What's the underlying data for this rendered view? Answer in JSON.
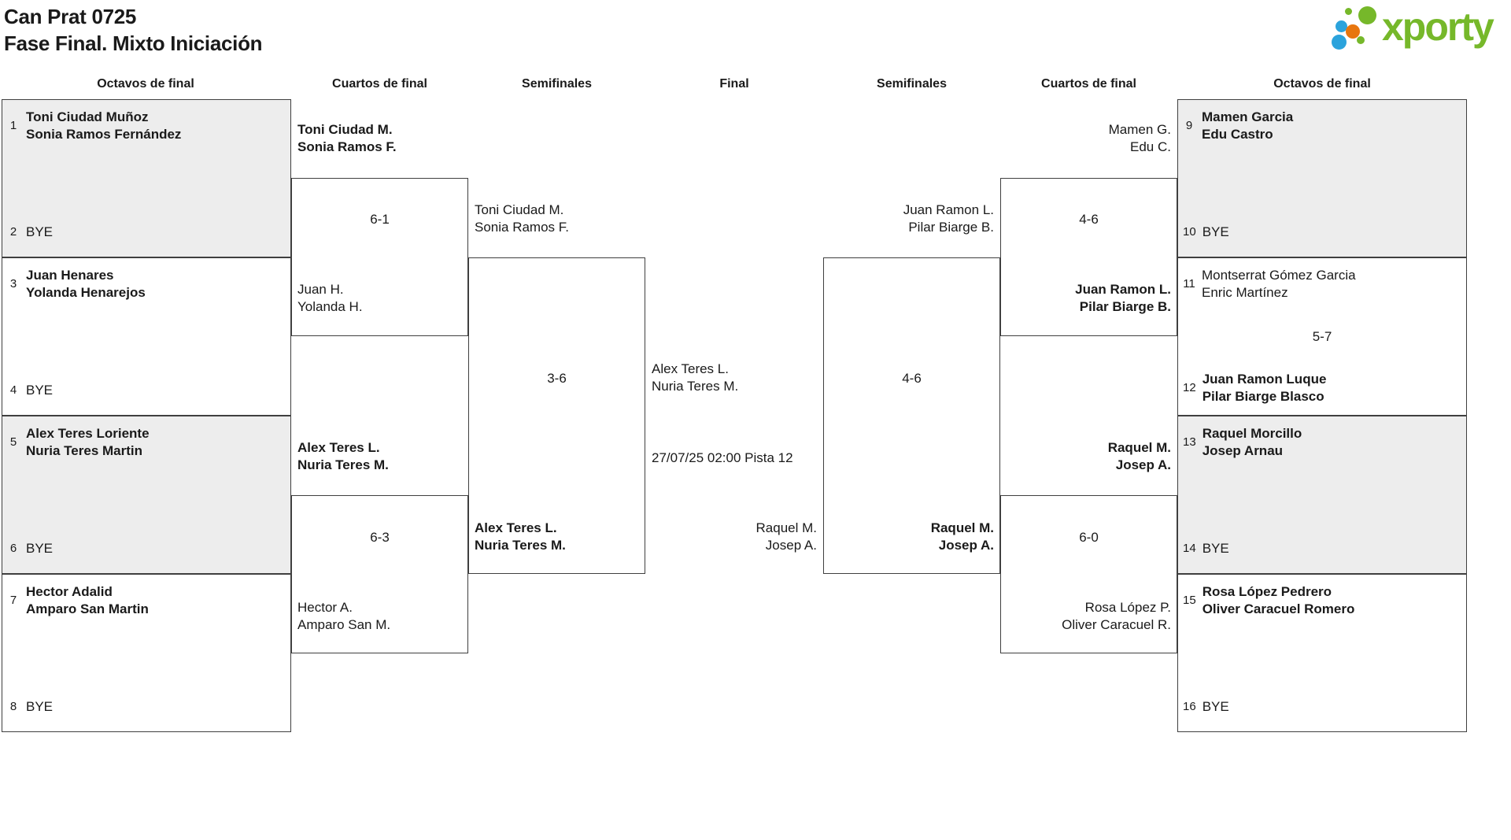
{
  "title": {
    "line1": "Can Prat 0725",
    "line2": "Fase Final. Mixto Iniciación"
  },
  "logo": {
    "text": "xporty",
    "green": "#76b82a",
    "blue": "#2ba3dc",
    "orange": "#e8760e"
  },
  "headers": {
    "oct_left": "Octavos de final",
    "qf_left": "Cuartos de final",
    "sf_left": "Semifinales",
    "final": "Final",
    "sf_right": "Semifinales",
    "qf_right": "Cuartos de final",
    "oct_right": "Octavos de final"
  },
  "colors": {
    "shaded_box": "#ededed",
    "border": "#3f3f3f",
    "text": "#1a1a1a"
  },
  "octavos_left": [
    {
      "seed": "1",
      "players": [
        "Toni Ciudad Muñoz",
        "Sonia Ramos Fernández"
      ],
      "bye_seed": "2",
      "bye": "BYE"
    },
    {
      "seed": "3",
      "players": [
        "Juan Henares",
        "Yolanda Henarejos"
      ],
      "bye_seed": "4",
      "bye": "BYE"
    },
    {
      "seed": "5",
      "players": [
        "Alex Teres Loriente",
        "Nuria Teres Martin"
      ],
      "bye_seed": "6",
      "bye": "BYE"
    },
    {
      "seed": "7",
      "players": [
        "Hector Adalid",
        "Amparo San Martin"
      ],
      "bye_seed": "8",
      "bye": "BYE"
    }
  ],
  "octavos_right": [
    {
      "seed": "9",
      "players": [
        "Mamen Garcia",
        "Edu Castro"
      ],
      "bye_seed": "10",
      "bye": "BYE"
    },
    {
      "seed": "11",
      "players": [
        "Montserrat Gómez Garcia",
        "Enric Martínez"
      ],
      "score": "5-7",
      "seed2": "12",
      "players2": [
        "Juan Ramon Luque",
        "Pilar Biarge Blasco"
      ]
    },
    {
      "seed": "13",
      "players": [
        "Raquel Morcillo",
        "Josep Arnau"
      ],
      "bye_seed": "14",
      "bye": "BYE"
    },
    {
      "seed": "15",
      "players": [
        "Rosa López Pedrero",
        "Oliver Caracuel Romero"
      ],
      "bye_seed": "16",
      "bye": "BYE"
    }
  ],
  "cuartos_left": [
    {
      "top": [
        "Toni Ciudad M.",
        "Sonia Ramos F."
      ],
      "score": "6-1",
      "bottom": [
        "Juan H.",
        "Yolanda H."
      ]
    },
    {
      "top": [
        "Alex Teres L.",
        "Nuria Teres M."
      ],
      "score": "6-3",
      "bottom": [
        "Hector A.",
        "Amparo San M."
      ]
    }
  ],
  "cuartos_right": [
    {
      "top": [
        "Mamen G.",
        "Edu C."
      ],
      "score": "4-6",
      "bottom": [
        "Juan Ramon L.",
        "Pilar Biarge B."
      ]
    },
    {
      "top": [
        "Raquel M.",
        "Josep A."
      ],
      "score": "6-0",
      "bottom": [
        "Rosa López P.",
        "Oliver Caracuel R."
      ]
    }
  ],
  "semis_left": {
    "top": [
      "Toni Ciudad M.",
      "Sonia Ramos F."
    ],
    "score": "3-6",
    "bottom": [
      "Alex Teres L.",
      "Nuria Teres M."
    ]
  },
  "semis_right": {
    "top": [
      "Juan Ramon L.",
      "Pilar Biarge B."
    ],
    "score": "4-6",
    "bottom": [
      "Raquel M.",
      "Josep A."
    ]
  },
  "final": {
    "top": [
      "Alex Teres L.",
      "Nuria Teres M."
    ],
    "schedule": "27/07/25 02:00 Pista 12",
    "bottom": [
      "Raquel M.",
      "Josep A."
    ]
  }
}
